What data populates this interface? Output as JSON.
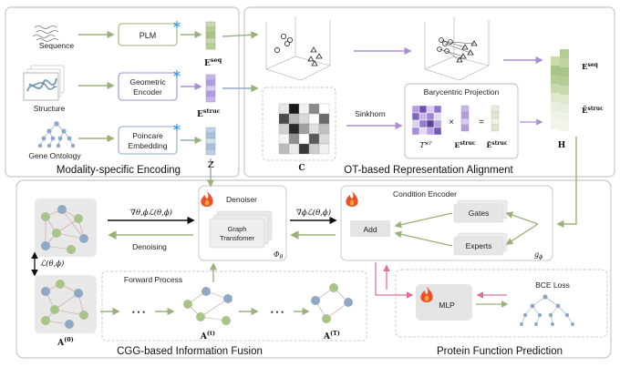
{
  "modality": {
    "section_title": "Modality-specific Encoding",
    "inputs": [
      "Sequence",
      "Structure",
      "Gene Ontology"
    ],
    "encoders": [
      "PLM",
      "Geometric",
      "Encoder",
      "Poincare",
      "Embedding"
    ],
    "features": [
      "E",
      "seq",
      "E",
      "struc",
      "Z"
    ]
  },
  "ot": {
    "section_title": "OT-based Representation Alignment",
    "cost_label": "C",
    "sinkhorn_label": "Sinkhorn",
    "projection_title": "Barycentric Projection",
    "transport_label": "T*ᵀ",
    "times": "×",
    "equals": "=",
    "e_struc": "E",
    "e_struc_sup": "struc",
    "e_struc_tilde": "Ẽ",
    "e_struc_tilde_sup": "struc",
    "h_label": "H",
    "h_seq_label": "E",
    "h_seq_sup": "seq",
    "h_struc_label": "Ẽ",
    "h_struc_sup": "struc"
  },
  "denoiser": {
    "title": "Denoiser",
    "module_line1": "Graph",
    "module_line2": "Transfomer",
    "phi": "Φ",
    "phi_sub": "θ",
    "loss_left": "∇θ,ϕℒ(θ,ϕ)",
    "denoising": "Denoising",
    "loss_right": "∇ϕℒ(θ,ϕ)",
    "loss_vertical": "ℒ(θ,ϕ)"
  },
  "condition": {
    "title": "Condition Encoder",
    "add": "Add",
    "gates": "Gates",
    "experts": "Experts",
    "g_phi": "g",
    "g_phi_sub": "ϕ"
  },
  "cgg": {
    "section_title": "CGG-based Information Fusion",
    "forward_process": "Forward Process",
    "dots": "• • •",
    "a0": "A",
    "a0_sup": "(0)",
    "at": "A",
    "at_sup": "(t)",
    "aT": "A",
    "aT_sup": "(T)"
  },
  "prediction": {
    "section_title": "Protein Function Prediction",
    "mlp": "MLP",
    "bce_loss": "BCE Loss"
  },
  "colors": {
    "green_arrow": "#9bb07a",
    "purple_arrow": "#a98fd1",
    "pink_arrow": "#d9739a",
    "node_green": "#a9c48a",
    "node_blue": "#8fa8c4",
    "box_border": "#bdbdbd",
    "flame": "#e8522a"
  }
}
